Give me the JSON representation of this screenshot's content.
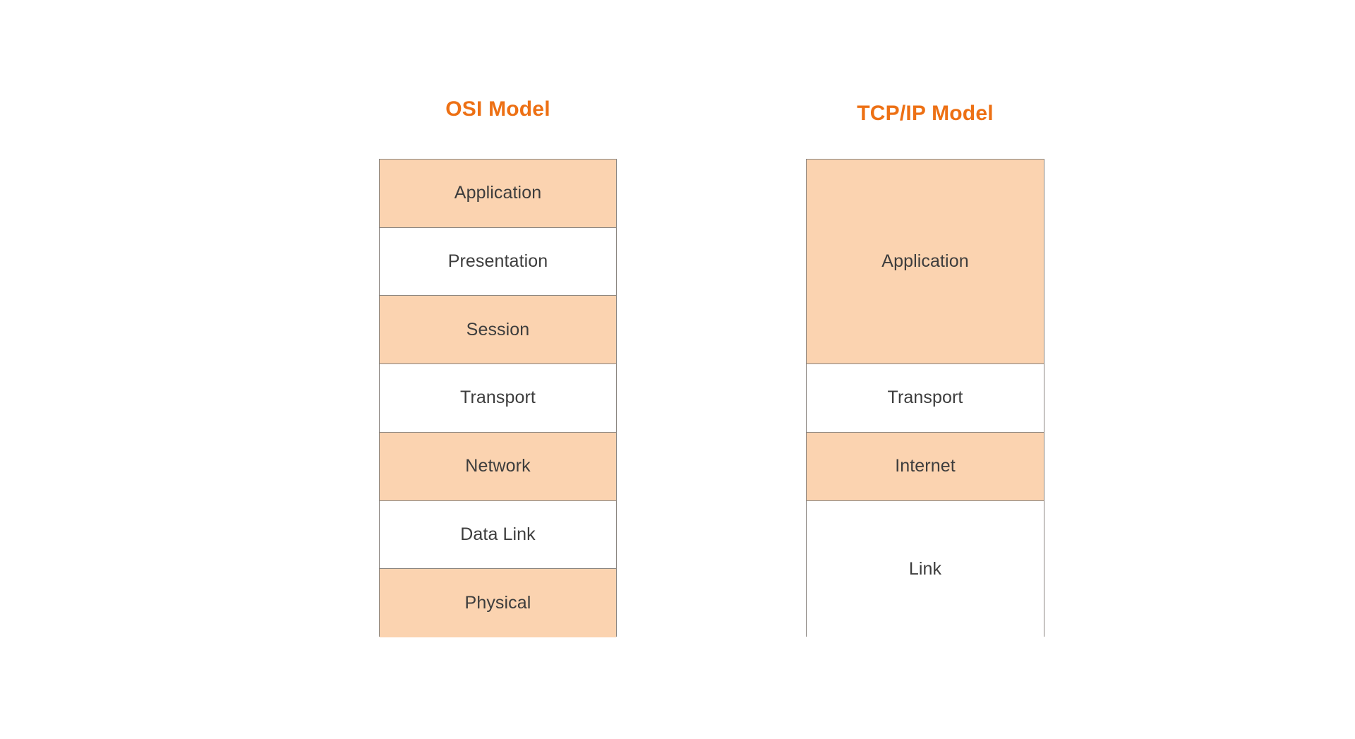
{
  "page": {
    "background_color": "#ffffff",
    "title_color": "#ED7014",
    "layer_fill_color": "#FBD3B0",
    "layer_blank_color": "#ffffff",
    "layer_border_color": "#8a8580",
    "label_text_color": "#3d3d3d"
  },
  "diagram": {
    "type": "comparison-stack",
    "models": [
      {
        "id": "osi",
        "title": "OSI Model",
        "layer_count": 7,
        "layers": [
          {
            "label": "Application",
            "fill": "peach"
          },
          {
            "label": "Presentation",
            "fill": "white"
          },
          {
            "label": "Session",
            "fill": "peach"
          },
          {
            "label": "Transport",
            "fill": "white"
          },
          {
            "label": "Network",
            "fill": "peach"
          },
          {
            "label": "Data Link",
            "fill": "white"
          },
          {
            "label": "Physical",
            "fill": "peach"
          }
        ]
      },
      {
        "id": "tcpip",
        "title": "TCP/IP Model",
        "layer_count": 4,
        "layers": [
          {
            "label": "Application",
            "fill": "peach",
            "spans_osi_layers": 3
          },
          {
            "label": "Transport",
            "fill": "white",
            "spans_osi_layers": 1
          },
          {
            "label": "Internet",
            "fill": "peach",
            "spans_osi_layers": 1
          },
          {
            "label": "Link",
            "fill": "white",
            "spans_osi_layers": 2
          }
        ]
      }
    ]
  }
}
